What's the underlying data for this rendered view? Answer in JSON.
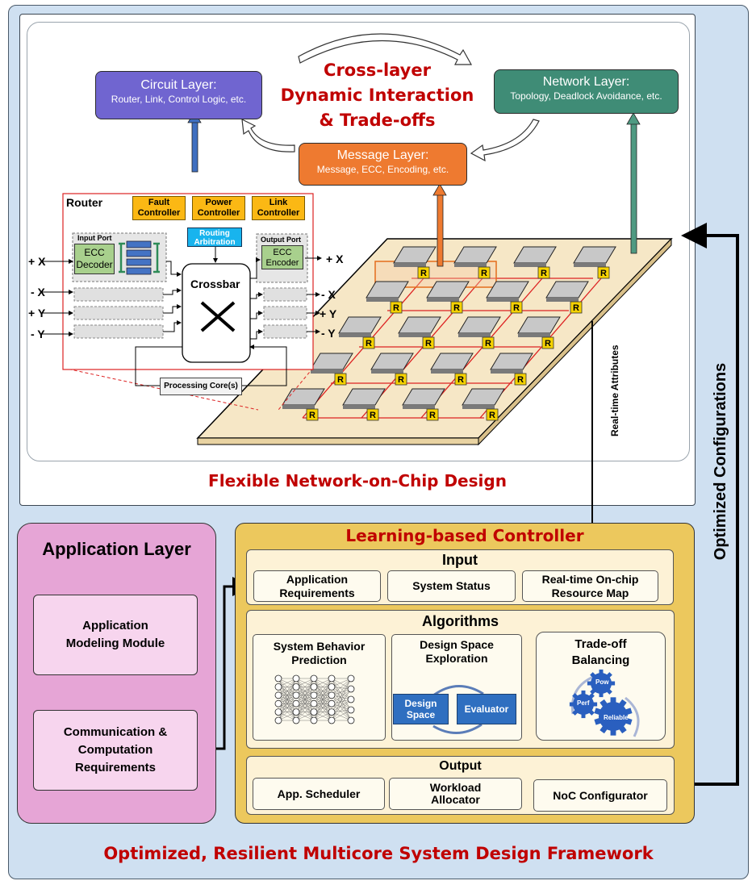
{
  "noc": {
    "circuit_layer": {
      "title": "Circuit Layer:",
      "subtitle": "Router, Link, Control Logic, etc."
    },
    "network_layer": {
      "title": "Network Layer:",
      "subtitle": "Topology, Deadlock Avoidance, etc."
    },
    "message_layer": {
      "title": "Message Layer:",
      "subtitle": "Message, ECC, Encoding, etc."
    },
    "cross_layer_lines": [
      "Cross-layer",
      "Dynamic Interaction",
      "& Trade-offs"
    ],
    "router": {
      "title": "Router",
      "controllers": [
        {
          "l1": "Fault",
          "l2": "Controller"
        },
        {
          "l1": "Power",
          "l2": "Controller"
        },
        {
          "l1": "Link",
          "l2": "Controller"
        }
      ],
      "routing": {
        "l1": "Routing",
        "l2": "Arbitration"
      },
      "input_port": "Input Port",
      "output_port": "Output Port",
      "ecc_decoder": {
        "l1": "ECC",
        "l2": "Decoder"
      },
      "ecc_encoder": {
        "l1": "ECC",
        "l2": "Encoder"
      },
      "crossbar": "Crossbar",
      "processing_core": "Processing Core(s)",
      "in_ports": [
        "+ X",
        "- X",
        "+ Y",
        "- Y"
      ],
      "out_ports": [
        "+ X",
        "- X",
        "+ Y",
        "- Y"
      ],
      "node_label": "R"
    },
    "realtime_attributes": "Real-time Attributes",
    "caption": "Flexible Network-on-Chip Design"
  },
  "optimized_configurations": "Optimized Configurations",
  "app_layer": {
    "title": "Application Layer",
    "modeling": {
      "l1": "Application",
      "l2": "Modeling Module"
    },
    "comm": {
      "l1": "Communication &",
      "l2": "Computation",
      "l3": "Requirements"
    }
  },
  "controller": {
    "title": "Learning-based Controller",
    "input": {
      "title": "Input",
      "items": [
        {
          "l1": "Application",
          "l2": "Requirements"
        },
        {
          "l1": "System Status",
          "l2": ""
        },
        {
          "l1": "Real-time On-chip",
          "l2": "Resource Map"
        }
      ]
    },
    "algorithms": {
      "title": "Algorithms",
      "behavior": {
        "l1": "System Behavior",
        "l2": "Prediction"
      },
      "dse": {
        "l1": "Design Space",
        "l2": "Exploration",
        "box1_l1": "Design",
        "box1_l2": "Space",
        "box2": "Evaluator"
      },
      "tradeoff": {
        "l1": "Trade-off",
        "l2": "Balancing",
        "gears": [
          "Pow",
          "Perf",
          "Reliable"
        ]
      }
    },
    "output": {
      "title": "Output",
      "items": [
        {
          "l1": "App. Scheduler",
          "l2": ""
        },
        {
          "l1": "Workload",
          "l2": "Allocator"
        },
        {
          "l1": "NoC Configurator",
          "l2": ""
        }
      ]
    }
  },
  "framework_caption": "Optimized, Resilient Multicore System Design Framework",
  "colors": {
    "circuit": "#7065d0",
    "network": "#3f8c76",
    "message": "#ee7a30",
    "caption_red": "#c00000",
    "controller_gold": "#ecc85d",
    "app_pink": "#e6a5d6",
    "router_tag": "#f5d200",
    "dse_box": "#2f6fc0",
    "gear": "#2a5fbf"
  }
}
